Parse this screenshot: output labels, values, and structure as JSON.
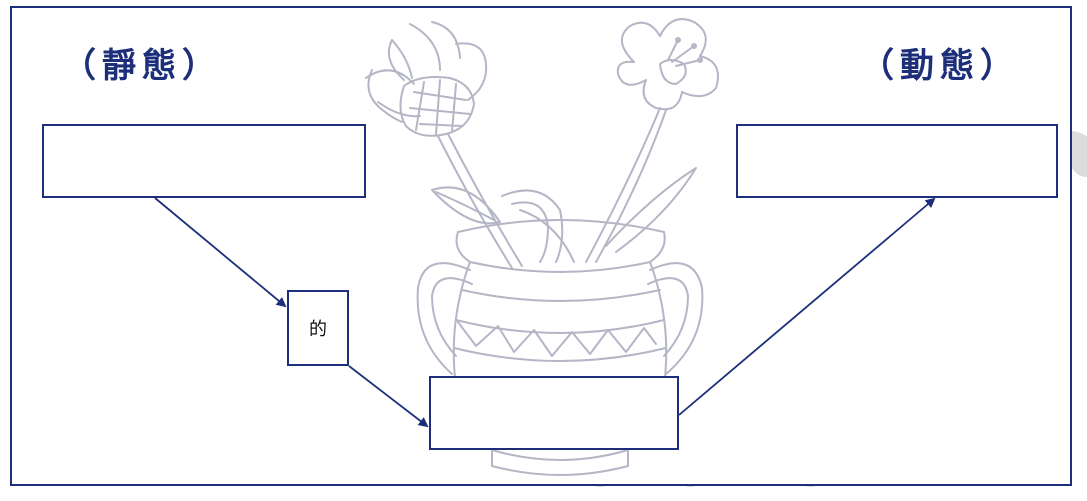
{
  "headings": {
    "static_label": "（靜態）",
    "dynamic_label": "（動態）"
  },
  "connector": {
    "text": "的"
  },
  "colors": {
    "ink": "#1d2f7a",
    "drawing": "#b8b8c4",
    "watermark": "#d9d9d9"
  }
}
